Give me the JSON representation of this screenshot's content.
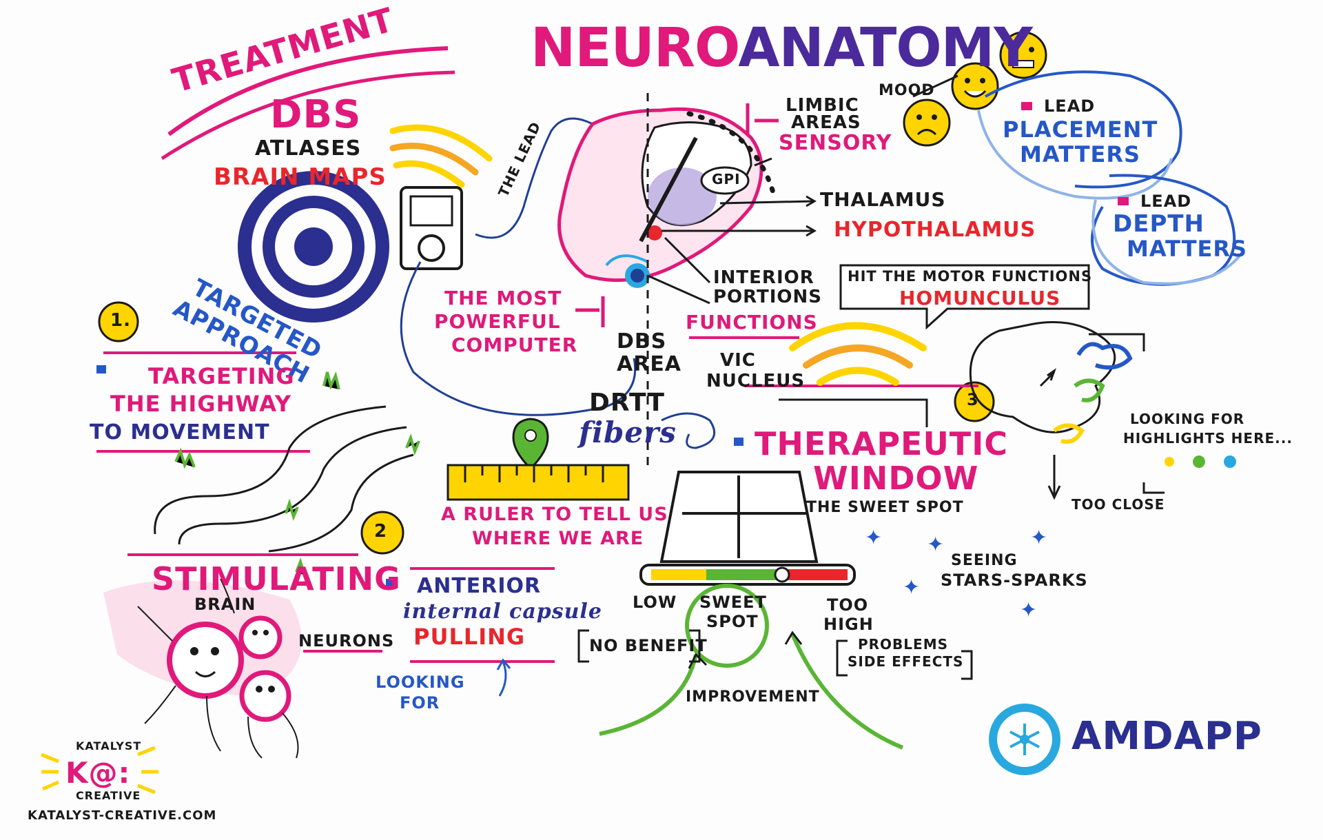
{
  "title": {
    "part1": "NEURO",
    "part2": "ANATOMY"
  },
  "treatment": {
    "heading": "TREATMENT",
    "dbs": "DBS",
    "atlases": "ATLASES",
    "brain_maps": "BRAIN MAPS",
    "the_lead": "THE LEAD",
    "targeted": "TARGETED",
    "approach": "APPROACH"
  },
  "step1": {
    "number": "1.",
    "line1": "TARGETING",
    "line2": "THE HIGHWAY",
    "line3": "TO MOVEMENT"
  },
  "brain": {
    "gpi": "GPI",
    "thalamus": "THALAMUS",
    "hypothalamus": "HYPOTHALAMUS",
    "limbic": "LIMBIC",
    "areas": "AREAS",
    "sensory": "SENSORY",
    "mood": "MOOD",
    "interior": "INTERIOR",
    "portions": "PORTIONS",
    "functions": "FUNCTIONS",
    "most1": "THE MOST",
    "most2": "POWERFUL",
    "most3": "COMPUTER",
    "dbs_area1": "DBS",
    "dbs_area2": "AREA",
    "vic1": "VIC",
    "vic2": "NUCLEUS",
    "drtt": "DRTT",
    "fibers": "fibers"
  },
  "lead_placement": {
    "lead": "LEAD",
    "line1": "PLACEMENT",
    "line2": "MATTERS"
  },
  "lead_depth": {
    "lead": "LEAD",
    "line1": "DEPTH",
    "line2": "MATTERS"
  },
  "motor": {
    "line1": "HIT THE MOTOR FUNCTIONS",
    "line2": "HOMUNCULUS"
  },
  "step3": {
    "number": "3",
    "looking1": "LOOKING FOR",
    "looking2": "HIGHLIGHTS HERE...",
    "too_close": "TOO CLOSE",
    "seeing1": "SEEING",
    "seeing2": "STARS-SPARKS"
  },
  "therapeutic": {
    "line1": "THERAPEUTIC",
    "line2": "WINDOW",
    "sweet_spot": "THE SWEET SPOT",
    "low": "LOW",
    "sweet1": "SWEET",
    "sweet2": "SPOT",
    "too1": "TOO",
    "too2": "HIGH",
    "no_benefit": "NO BENEFIT",
    "problems1": "PROBLEMS",
    "problems2": "SIDE EFFECTS",
    "improvement": "IMPROVEMENT"
  },
  "ruler": {
    "line1": "A RULER TO TELL US",
    "line2": "WHERE WE ARE"
  },
  "step2": {
    "number": "2",
    "stimulating": "STIMULATING",
    "brain": "BRAIN",
    "neurons": "NEURONS",
    "anterior1": "ANTERIOR",
    "anterior2": "internal capsule",
    "pulling": "PULLING",
    "looking1": "LOOKING",
    "looking2": "FOR"
  },
  "brand": {
    "katalyst": "KATALYST",
    "ka": "K@:",
    "creative": "CREATIVE",
    "url": "KATALYST-CREATIVE.COM",
    "amdapp": "AMDAPP"
  },
  "colors": {
    "pink": "#e0197a",
    "navy": "#2b2f8f",
    "blue": "#2557c7",
    "red": "#e8262c",
    "yellow": "#ffd400",
    "green": "#5ab535",
    "light_blue": "#29a8e0"
  }
}
